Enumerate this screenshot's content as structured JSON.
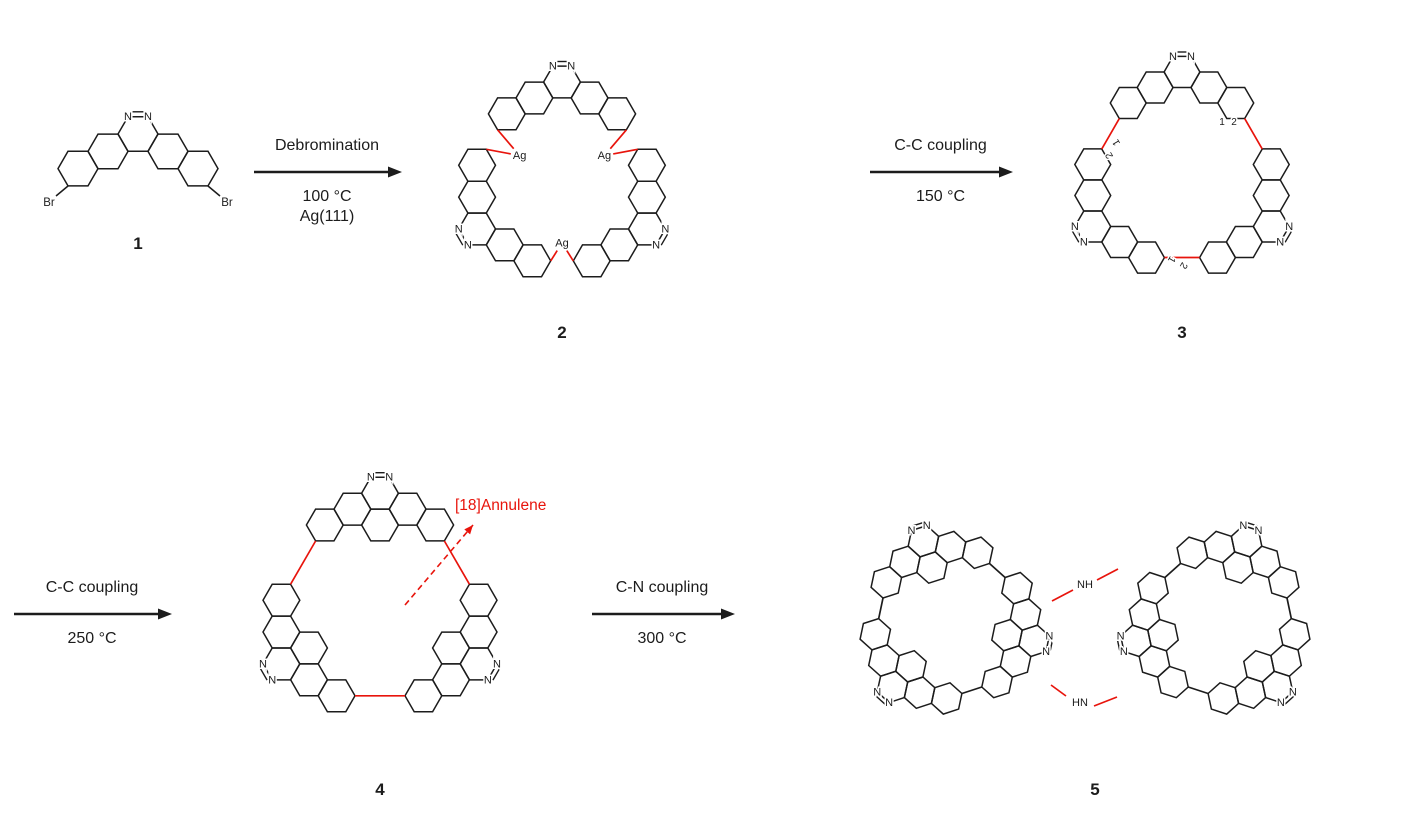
{
  "labels": {
    "N": "N",
    "Br": "Br",
    "Ag": "Ag",
    "NH": "NH",
    "HN": "HN",
    "pos1": "1",
    "pos2": "2"
  },
  "compounds": {
    "c1": "1",
    "c2": "2",
    "c3": "3",
    "c4": "4",
    "c5": "5"
  },
  "steps": [
    {
      "top": "Debromination",
      "temp": "100 °C",
      "surface": "Ag(111)"
    },
    {
      "top": "C-C coupling",
      "temp": "150 °C"
    },
    {
      "top": "C-C coupling",
      "temp": "250 °C"
    },
    {
      "top": "C-N coupling",
      "temp": "300 °C"
    }
  ],
  "annotations": {
    "annulene": "[18]Annulene"
  },
  "colors": {
    "bond": "#1c1c1c",
    "highlight": "#e8140c",
    "background": "#ffffff"
  }
}
